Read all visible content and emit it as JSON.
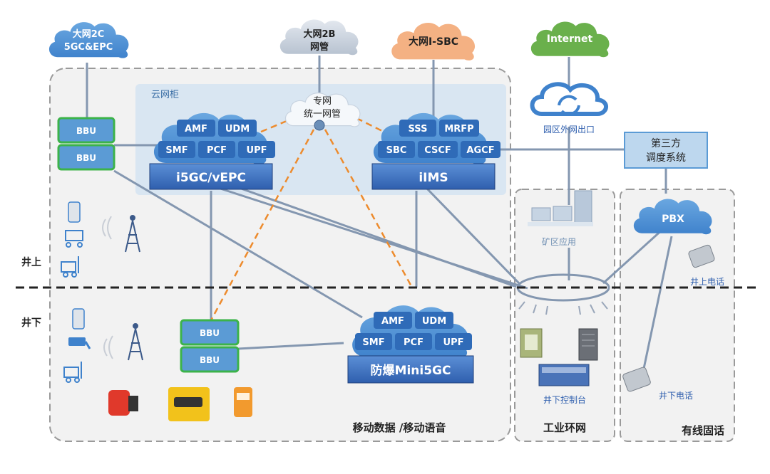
{
  "clouds": {
    "net2c": [
      "大网2C",
      "5GC&EPC"
    ],
    "net2b": [
      "大网2B",
      "网管"
    ],
    "isbc": "大网I-SBC",
    "internet": "Internet",
    "nms": [
      "专网",
      "统一网管"
    ],
    "pbx": "PBX"
  },
  "cabinet_label": "云网柜",
  "core_left": {
    "row1": [
      "AMF",
      "UDM"
    ],
    "row2": [
      "SMF",
      "PCF",
      "UPF"
    ],
    "title": "i5GC/vEPC"
  },
  "core_right": {
    "row1": [
      "SSS",
      "MRFP"
    ],
    "row2": [
      "SBC",
      "CSCF",
      "AGCF"
    ],
    "title": "iIMS"
  },
  "core_mini": {
    "row1": [
      "AMF",
      "UDM"
    ],
    "row2": [
      "SMF",
      "PCF",
      "UPF"
    ],
    "title": "防爆Mini5GC"
  },
  "bbu": "BBU",
  "labels": {
    "park_exit": "园区外网出口",
    "dispatch": [
      "第三方",
      "调度系统"
    ],
    "mine_app": "矿区应用",
    "above": "井上",
    "below": "井下",
    "above_phone": "井上电话",
    "below_phone": "井下电话",
    "below_console": "井下控制台",
    "mobile": "移动数据 /移动语音",
    "ring": "工业环网",
    "wired": "有线固话"
  },
  "colors": {
    "cloud_blue": "#4e8fd2",
    "core_box": "#4472c4",
    "bbu": "#5b9bd5",
    "bbu_border": "#3cb34a",
    "internet": "#6ab04c",
    "isbc": "#f4b183",
    "gray_cloud": "#bfc9d6",
    "link": "#8497b0",
    "dashed_orange": "#ed8b2d"
  }
}
